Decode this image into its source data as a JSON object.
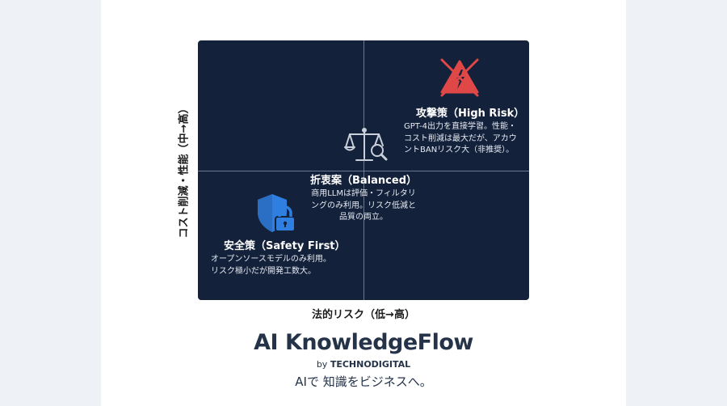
{
  "axes": {
    "x_label": "法的リスク（低→高）",
    "y_label": "コスト削減・性能（中→高）"
  },
  "quadrants": {
    "high_risk": {
      "title": "攻撃策（High Risk）",
      "description": "GPT-4出力を直接学習。性能・\nコスト削減は最大だが、アカウ\nントBANリスク大（非推奨）。",
      "icon": "warning-crossed-icon",
      "icon_color": "#e04848"
    },
    "balanced": {
      "title": "折衷案（Balanced）",
      "description": "商用LLMは評価・フィルタリ\nングのみ利用。リスク低減と\n品質の両立。",
      "icon": "scale-magnifier-icon"
    },
    "safety_first": {
      "title": "安全策（Safety First）",
      "description": "オープンソースモデルのみ利用。\nリスク極小だが開発工数大。",
      "icon": "shield-lock-icon",
      "icon_color": "#2f7fe0"
    }
  },
  "brand": {
    "name": "AI KnowledgeFlow",
    "by_prefix": "by ",
    "company": "TECHNODIGITAL",
    "tagline": "AIで 知識をビジネスへ。"
  },
  "colors": {
    "matrix_bg": "#14213a",
    "text_dark": "#253349"
  }
}
